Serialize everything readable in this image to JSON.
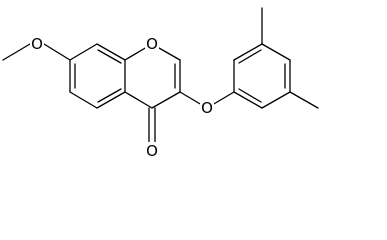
{
  "molecule": {
    "atom_labels": {
      "methoxy_oxygen": "O",
      "ring_oxygen": "O",
      "ether_oxygen": "O",
      "carbonyl_oxygen": "O"
    }
  }
}
